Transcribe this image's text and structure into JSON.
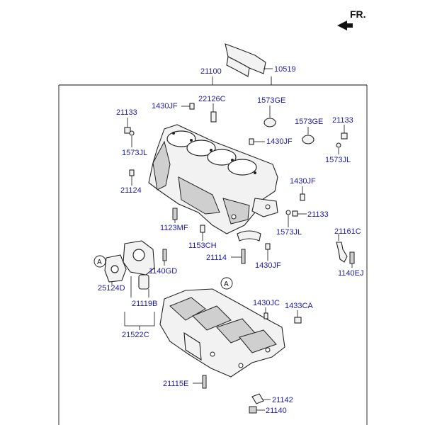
{
  "orientation": {
    "label": "FR.",
    "icon": "front-arrow-icon"
  },
  "callouts": {
    "c10519": "10519",
    "c21100": "21100",
    "c1430JF_a": "1430JF",
    "c22126C": "22126C",
    "c1573GE_a": "1573GE",
    "c21133_a": "21133",
    "c1573GE_b": "1573GE",
    "c21133_b": "21133",
    "c1430JF_b": "1430JF",
    "c1573JL_a": "1573JL",
    "c1573JL_b": "1573JL",
    "c21124": "21124",
    "c1430JF_c": "1430JF",
    "c21133_c": "21133",
    "c1123MF": "1123MF",
    "c1573JL_c": "1573JL",
    "c21161C": "21161C",
    "c1153CH": "1153CH",
    "c21114": "21114",
    "c1430JF_d": "1430JF",
    "c1140EJ": "1140EJ",
    "c1140GD": "1140GD",
    "c25124D": "25124D",
    "c21119B": "21119B",
    "c21522C": "21522C",
    "c1430JC": "1430JC",
    "c1433CA": "1433CA",
    "c21115E": "21115E",
    "c21142": "21142",
    "c21140": "21140"
  },
  "references": {
    "ref_a_upper": "A",
    "ref_a_lower": "A"
  }
}
